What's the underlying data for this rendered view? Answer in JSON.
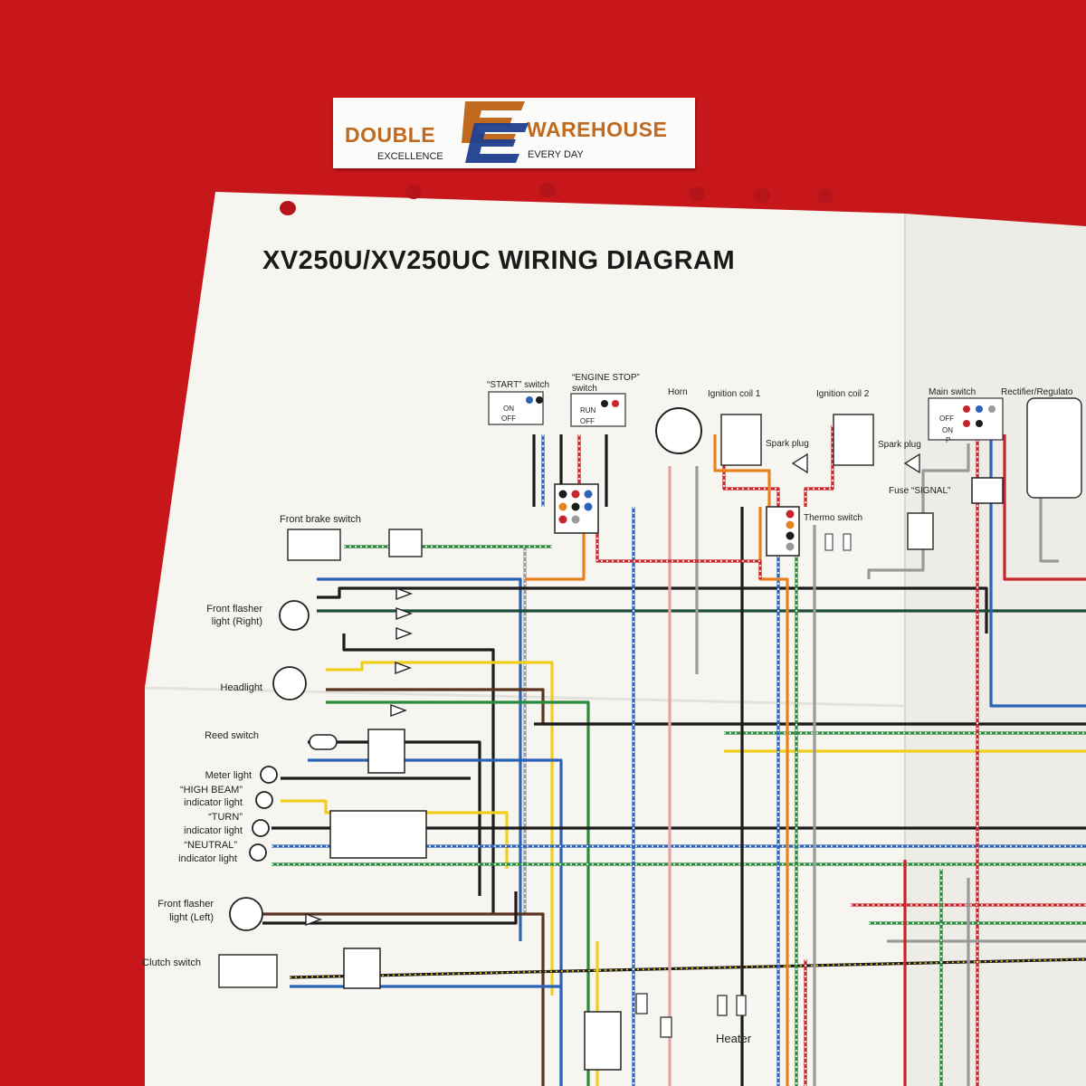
{
  "sticker": {
    "left_word": "DOUBLE",
    "right_word": "WAREHOUSE",
    "tag_left": "EXCELLENCE",
    "tag_right": "EVERY DAY",
    "logo_icon": "double-e-logo",
    "brand_color": "#c06a1f",
    "logo_color": "#1f3f8f"
  },
  "diagram": {
    "title": "XV250U/XV250UC WIRING DIAGRAM",
    "components": {
      "start_switch": "“START” switch",
      "engine_stop_switch_line1": "“ENGINE STOP”",
      "engine_stop_switch_line2": "switch",
      "on": "ON",
      "off": "OFF",
      "run": "RUN",
      "horn": "Horn",
      "ignition_coil_1": "Ignition coil 1",
      "ignition_coil_2": "Ignition coil 2",
      "spark_plug_1": "Spark plug",
      "spark_plug_2": "Spark plug",
      "main_switch": "Main switch",
      "main_off": "OFF",
      "main_on": "ON",
      "main_p": "P",
      "rectifier": "Rectifier/Regulato",
      "thermo_switch": "Thermo switch",
      "fuse_signal": "Fuse “SIGNAL”",
      "front_brake_switch": "Front brake switch",
      "front_flasher_right_line1": "Front flasher",
      "front_flasher_right_line2": "light (Right)",
      "headlight": "Headlight",
      "reed_switch": "Reed switch",
      "meter_light": "Meter light",
      "high_beam_line1": "“HIGH BEAM”",
      "high_beam_line2": "indicator light",
      "turn_line1": "“TURN”",
      "turn_line2": "indicator light",
      "neutral_line1": "“NEUTRAL”",
      "neutral_line2": "indicator light",
      "front_flasher_left_line1": "Front flasher",
      "front_flasher_left_line2": "light (Left)",
      "clutch_switch": "Clutch switch",
      "heater": "Heater"
    },
    "wire_colors": {
      "black": "#1c1c1c",
      "red": "#c8242b",
      "blue": "#2a63b8",
      "green": "#2b8a3e",
      "yellow": "#f0cf1c",
      "orange": "#e8821e",
      "brown": "#5a3420",
      "gray": "#9a9a9a",
      "pink": "#e7a3a3",
      "dark_green": "#1d4d3a"
    },
    "backdrop_color": "#c8171a",
    "paper_color": "#f6f5f0"
  }
}
